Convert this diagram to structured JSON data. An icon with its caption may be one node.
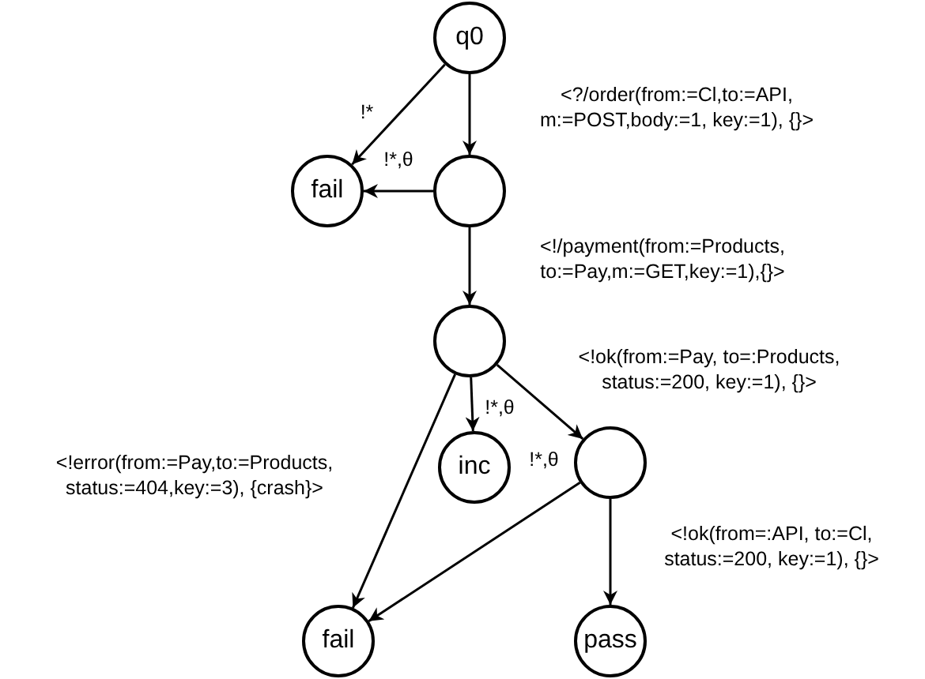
{
  "diagram": {
    "nodes": [
      {
        "text": [
          "q0"
        ]
      },
      {
        "text": [
          "fail"
        ]
      },
      {
        "text": [],
        "shape": "circle"
      },
      {
        "text": [],
        "shape": "circle"
      },
      {
        "text": [
          "inc"
        ]
      },
      {
        "text": [],
        "shape": "circle"
      },
      {
        "text": [
          "fail"
        ]
      },
      {
        "text": [
          "pass"
        ]
      }
    ],
    "edges": [
      {
        "from": 0,
        "to": 1,
        "arrow": "to",
        "label": "!*"
      },
      {
        "from": 0,
        "to": 2,
        "arrow": "to",
        "label": "<?/order(from:=Cl,to:=API, m:=POST,body:=1, key:=1), {}>"
      },
      {
        "from": 2,
        "to": 1,
        "arrow": "to",
        "label": "!*,θ"
      },
      {
        "from": 2,
        "to": 3,
        "arrow": "to",
        "label": "<!/payment(from:=Products, to:=Pay,m:=GET,key:=1),{}>"
      },
      {
        "from": 3,
        "to": 4,
        "arrow": "to",
        "label": "!*,θ"
      },
      {
        "from": 3,
        "to": 5,
        "arrow": "to",
        "label": "<!ok(from:=Pay, to=:Products, status:=200, key:=1), {}>"
      },
      {
        "from": 3,
        "to": 6,
        "arrow": "to",
        "label": "<!error(from:=Pay,to:=Products, status:=404,key:=3), {crash}>"
      },
      {
        "from": 5,
        "to": 6,
        "arrow": "to",
        "label": "!*,θ"
      },
      {
        "from": 5,
        "to": 7,
        "arrow": "to",
        "label": "<!ok(from=:API, to:=Cl, status:=200, key:=1), {}>"
      }
    ]
  }
}
